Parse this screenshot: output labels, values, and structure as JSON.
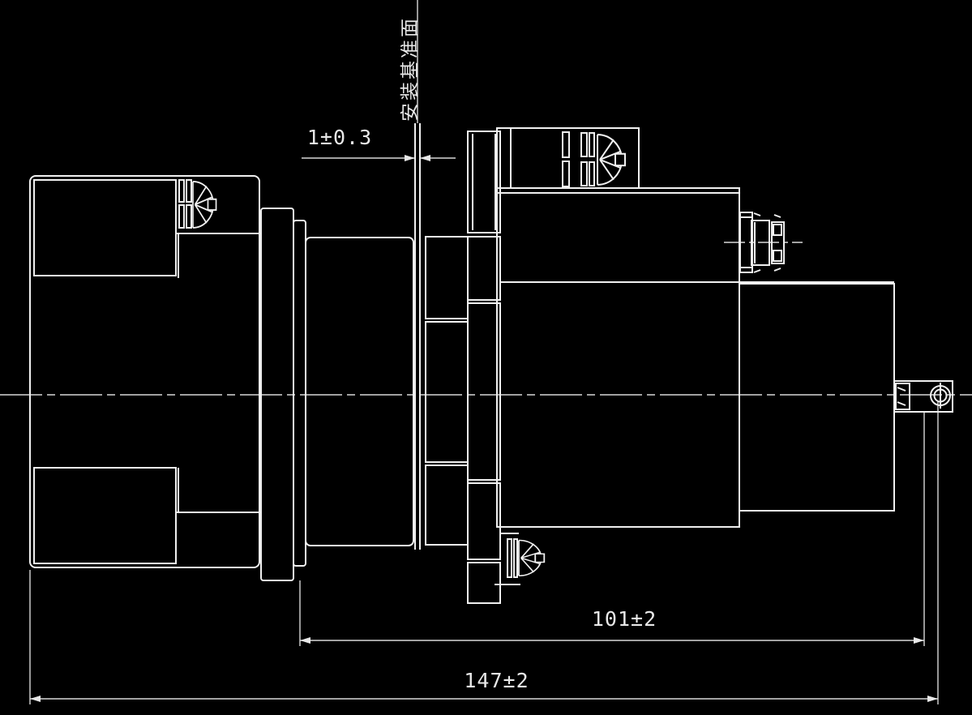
{
  "drawing": {
    "type": "mechanical-section-drawing",
    "annotations": {
      "face_label": "安装基准面",
      "dim_gap": "1±0.3",
      "dim_mid_length": "101±2",
      "dim_total_length": "147±2"
    },
    "colors": {
      "background": "#000000",
      "line": "#f0f0f0",
      "thin_line": "#d8d8d8",
      "text": "#e8e8e8"
    }
  }
}
